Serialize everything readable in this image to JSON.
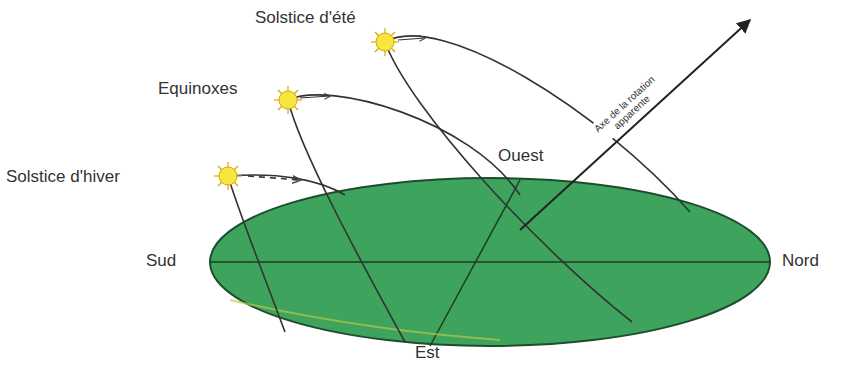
{
  "diagram": {
    "labels": [
      "Solstice d'été",
      "Equinoxes",
      "Solstice d'hiver",
      "Ouest",
      "Sud",
      "Nord",
      "Est",
      "Axe de la rotation apparente"
    ]
  }
}
